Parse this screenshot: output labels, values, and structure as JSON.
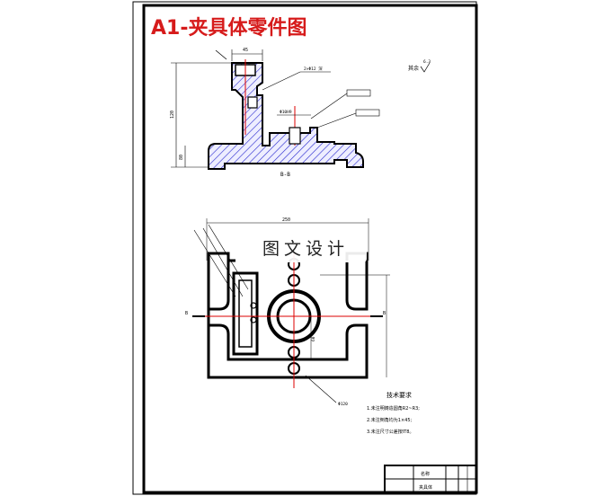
{
  "title": "A1-夹具体零件图",
  "title_color": "#d61b1b",
  "section_label": "B-B",
  "dimensions": {
    "top_width": "45",
    "height_left": "120",
    "bottom_left": "80",
    "hole_dia": "Φ10H9",
    "plan_width": "250",
    "dim_60": "60",
    "pcd": "Φ120"
  },
  "roughness": "其余",
  "roughness_value": "6.3",
  "roughness_note": "2×Φ12 深",
  "tech_req": {
    "heading": "技术要求",
    "items": [
      "1.未注明铸造圆角R2~R3;",
      "2.未注倒角均为1×45;",
      "3.未注尺寸公差按IT8。"
    ]
  },
  "watermark": "图文设计",
  "title_block": {
    "name_label": "名称",
    "part_name": "夹具体"
  },
  "section_marks": {
    "left": "B",
    "right": "B"
  }
}
